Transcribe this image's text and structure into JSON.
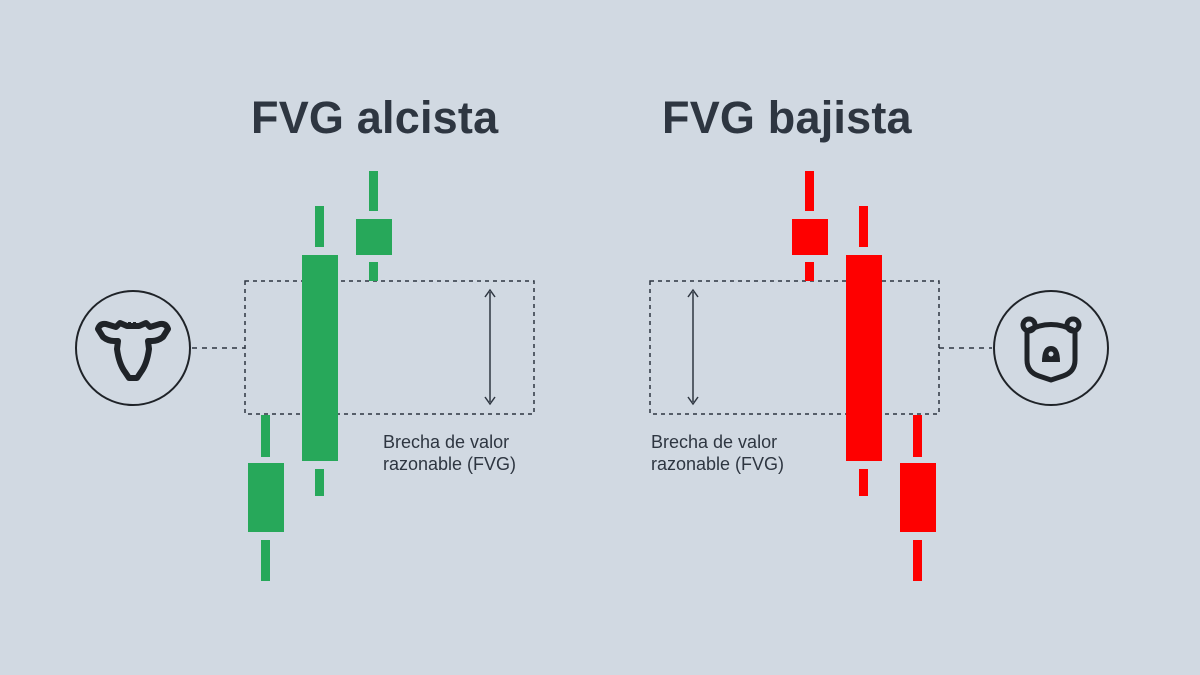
{
  "titles": {
    "bullish": "FVG alcista",
    "bearish": "FVG bajista"
  },
  "gap_label": {
    "line1": "Brecha de valor",
    "line2": "razonable (FVG)"
  },
  "colors": {
    "background": "#d1d9e2",
    "bullish": "#27a85a",
    "bearish": "#fe0000",
    "text": "#2e3641",
    "outline": "#1f2328"
  },
  "icons": {
    "bullish": "bull-icon",
    "bearish": "bear-icon"
  }
}
